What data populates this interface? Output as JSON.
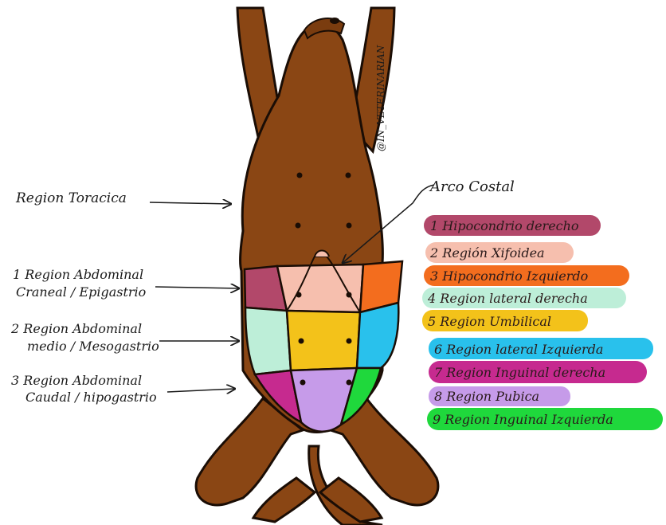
{
  "watermark": "@IN_VETERINARIAN",
  "arco_label": "Arco Costal",
  "left_labels": {
    "toracica": "Region Toracica",
    "craneal_1": "1 Region Abdominal",
    "craneal_2": "Craneal / Epigastrio",
    "medio_1": "2 Region Abdominal",
    "medio_2": "medio / Mesogastrio",
    "caudal_1": "3 Region Abdominal",
    "caudal_2": "Caudal / hipogastrio"
  },
  "legend": [
    {
      "label": "1 Hipocondrio derecho",
      "color": "#b2486a"
    },
    {
      "label": "2 Región Xifoidea",
      "color": "#f6bfae"
    },
    {
      "label": "3 Hipocondrio Izquierdo",
      "color": "#f36d1e"
    },
    {
      "label": "4 Region lateral derecha",
      "color": "#bdeed8"
    },
    {
      "label": "5 Region Umbilical",
      "color": "#f3c21a"
    },
    {
      "label": "6 Region lateral Izquierda",
      "color": "#29c1ec"
    },
    {
      "label": "7 Region Inguinal derecha",
      "color": "#c62a8f"
    },
    {
      "label": "8 Region Pubica",
      "color": "#c69be9"
    },
    {
      "label": "9 Region Inguinal Izquierda",
      "color": "#1fd83c"
    }
  ],
  "colors": {
    "body": "#8a4614",
    "outline": "#1a0d05"
  }
}
